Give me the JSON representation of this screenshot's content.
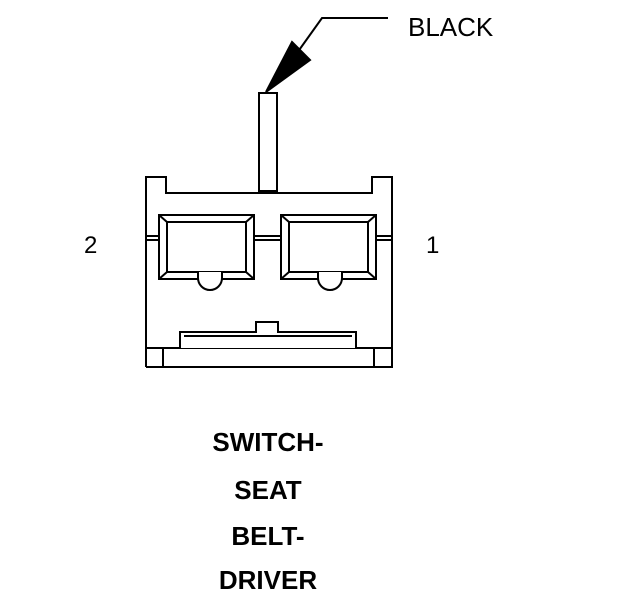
{
  "wire": {
    "color_label": "BLACK"
  },
  "pins": {
    "left": "2",
    "right": "1"
  },
  "component": {
    "title_lines": [
      "SWITCH-",
      "SEAT",
      "BELT-",
      "DRIVER"
    ]
  },
  "colors": {
    "ink": "#000000",
    "background": "#ffffff"
  }
}
